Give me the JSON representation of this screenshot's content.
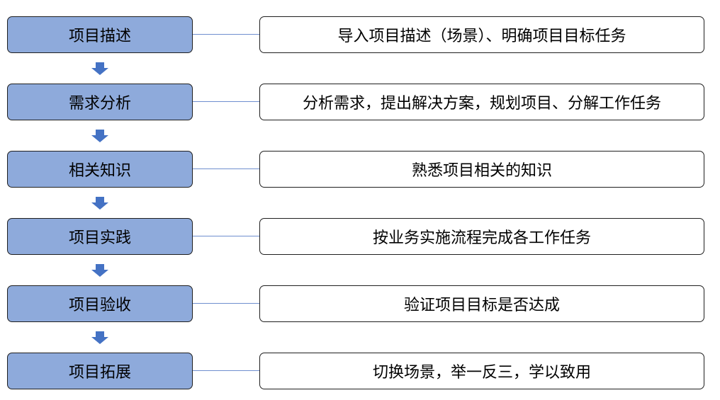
{
  "colors": {
    "stage_fill": "#8eaadb",
    "border": "#1f1f1f",
    "connector": "#6f8fcf",
    "arrow": "#4472c4"
  },
  "steps": [
    {
      "stage": "项目描述",
      "description": "导入项目描述（场景）、明确项目目标任务"
    },
    {
      "stage": "需求分析",
      "description": "分析需求，提出解决方案，规划项目、分解工作任务"
    },
    {
      "stage": "相关知识",
      "description": "熟悉项目相关的知识"
    },
    {
      "stage": "项目实践",
      "description": "按业务实施流程完成各工作任务"
    },
    {
      "stage": "项目验收",
      "description": "验证项目目标是否达成"
    },
    {
      "stage": "项目拓展",
      "description": "切换场景，举一反三，学以致用"
    }
  ]
}
